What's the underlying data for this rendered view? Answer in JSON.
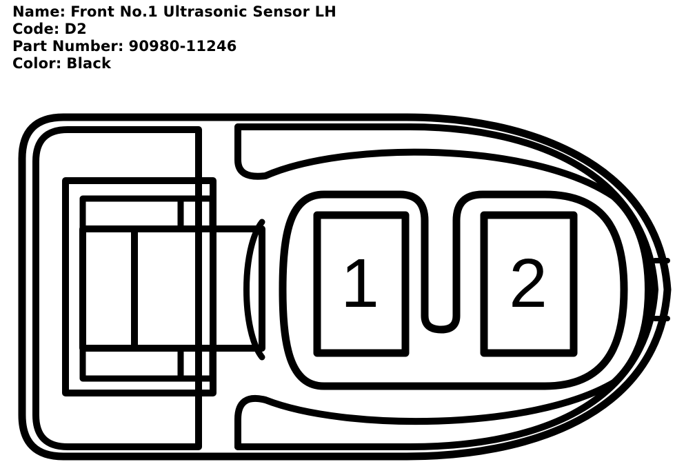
{
  "info": {
    "name_label": "Name:",
    "name_value": "Front No.1 Ultrasonic Sensor LH",
    "code_label": "Code:",
    "code_value": "D2",
    "part_label": "Part Number:",
    "part_value": "90980-11246",
    "color_label": "Color:",
    "color_value": "Black"
  },
  "pins": {
    "pin1": "1",
    "pin2": "2"
  }
}
